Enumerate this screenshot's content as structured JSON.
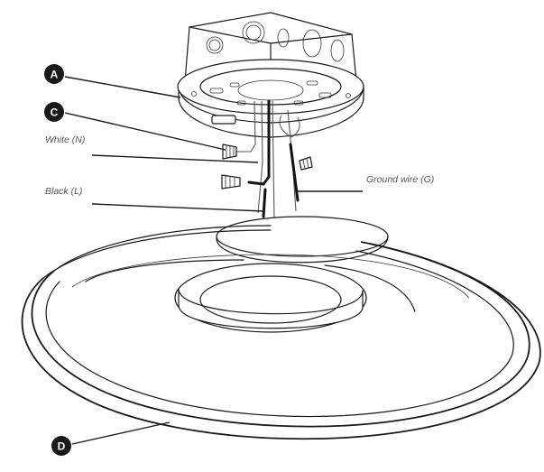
{
  "callouts": {
    "a": {
      "letter": "A"
    },
    "c": {
      "letter": "C"
    },
    "d": {
      "letter": "D"
    }
  },
  "labels": {
    "white": "White (N)",
    "black": "Black (L)",
    "ground": "Ground wire (G)"
  },
  "colors": {
    "line": "#1a1a1a",
    "callout_fill": "#1a1a1a",
    "label_text": "#555555",
    "background": "#ffffff"
  }
}
